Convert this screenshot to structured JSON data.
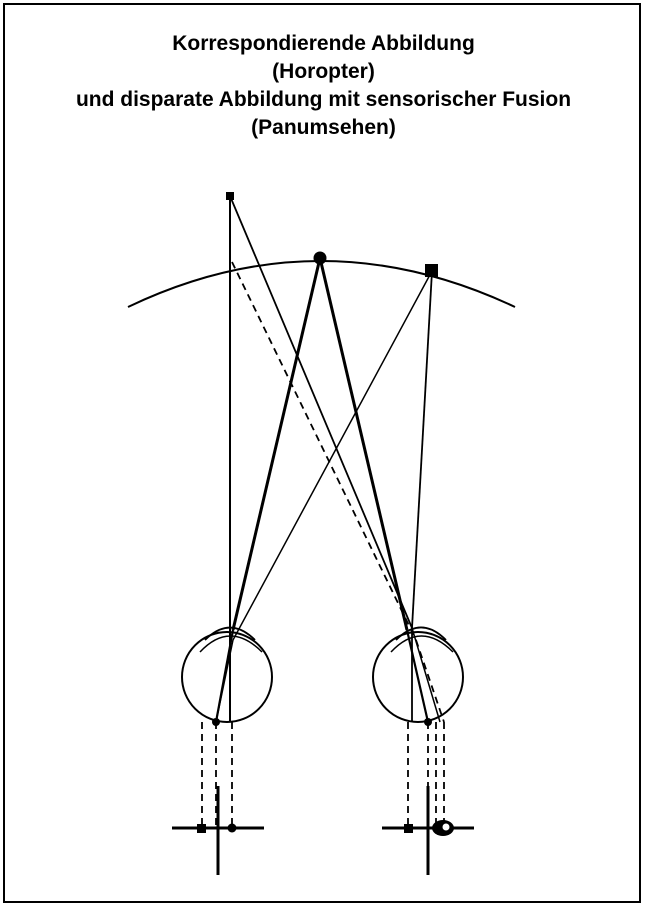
{
  "title": {
    "line1": "Korrespondierende Abbildung",
    "line2": "(Horopter)",
    "line3": "und disparate Abbildung mit sensorischer Fusion",
    "line4": "(Panumsehen)"
  },
  "colors": {
    "ink": "#000000",
    "background": "#ffffff"
  }
}
